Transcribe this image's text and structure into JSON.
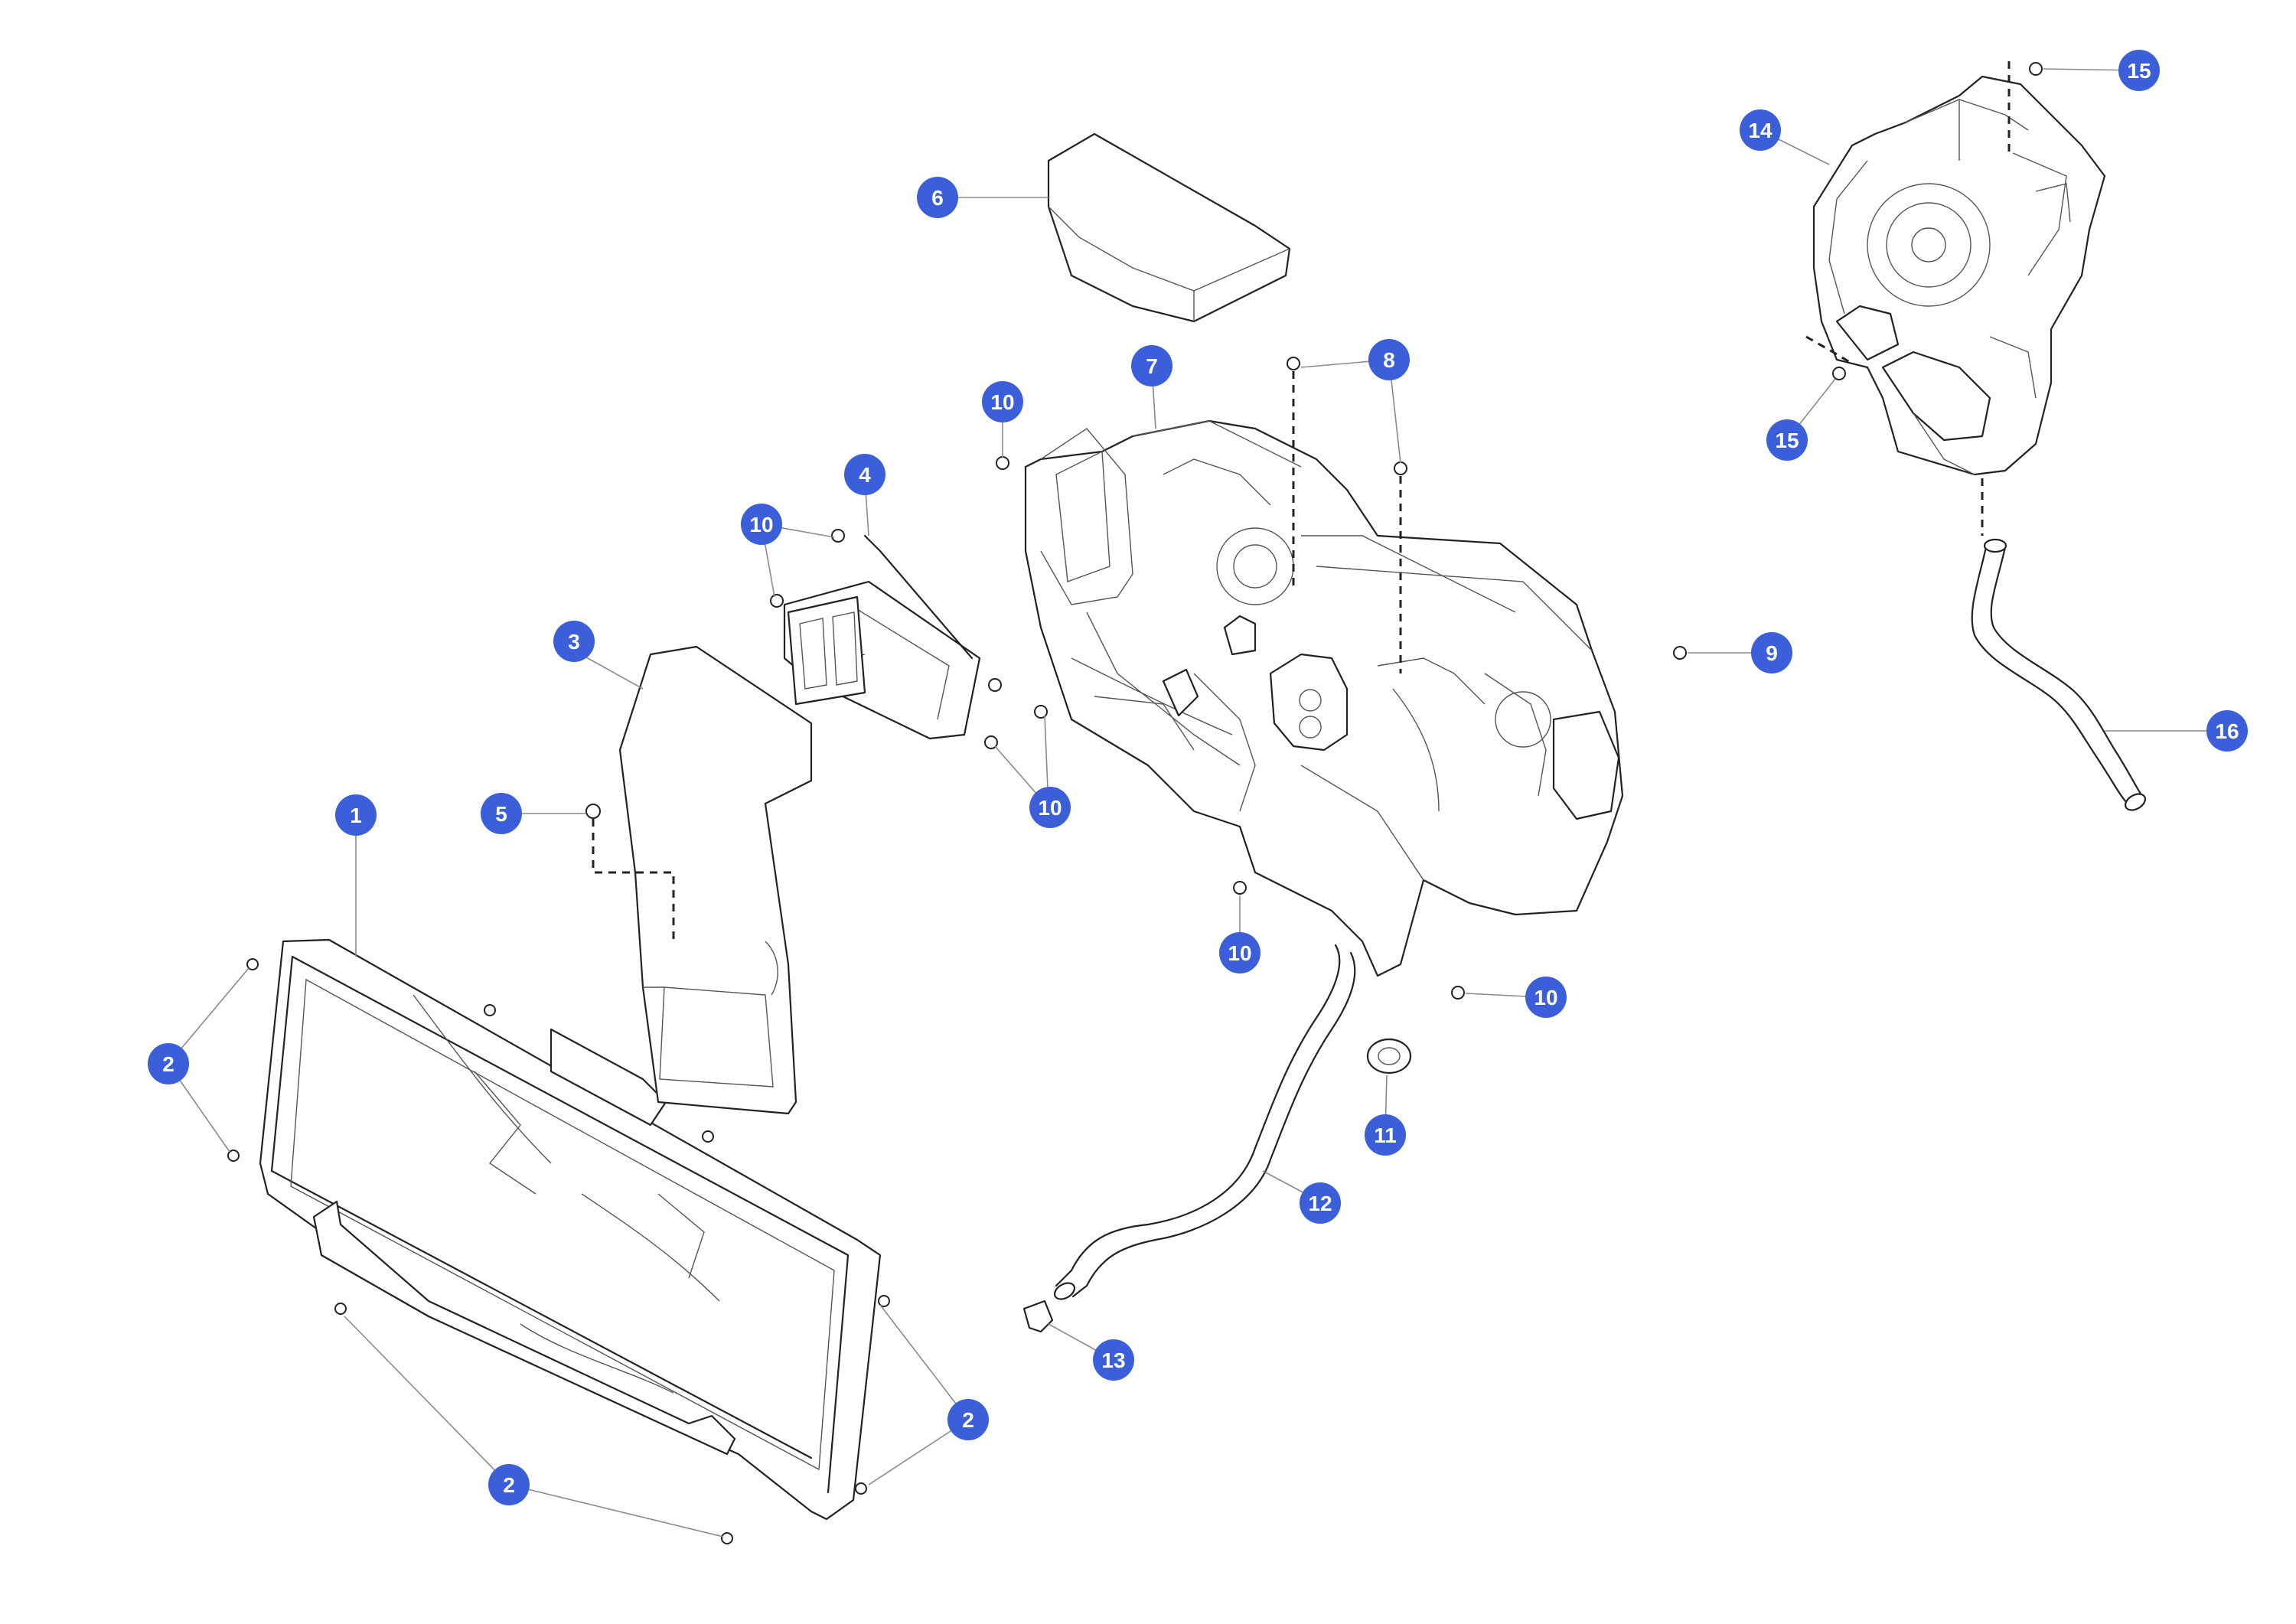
{
  "callouts": [
    {
      "id": "c1",
      "label": "1"
    },
    {
      "id": "c2a",
      "label": "2"
    },
    {
      "id": "c2b",
      "label": "2"
    },
    {
      "id": "c2c",
      "label": "2"
    },
    {
      "id": "c3",
      "label": "3"
    },
    {
      "id": "c4",
      "label": "4"
    },
    {
      "id": "c5",
      "label": "5"
    },
    {
      "id": "c6",
      "label": "6"
    },
    {
      "id": "c7",
      "label": "7"
    },
    {
      "id": "c8",
      "label": "8"
    },
    {
      "id": "c9",
      "label": "9"
    },
    {
      "id": "c10a",
      "label": "10"
    },
    {
      "id": "c10b",
      "label": "10"
    },
    {
      "id": "c10c",
      "label": "10"
    },
    {
      "id": "c10d",
      "label": "10"
    },
    {
      "id": "c10e",
      "label": "10"
    },
    {
      "id": "c11",
      "label": "11"
    },
    {
      "id": "c12",
      "label": "12"
    },
    {
      "id": "c13",
      "label": "13"
    },
    {
      "id": "c14",
      "label": "14"
    },
    {
      "id": "c15a",
      "label": "15"
    },
    {
      "id": "c15b",
      "label": "15"
    },
    {
      "id": "c16",
      "label": "16"
    }
  ],
  "colors": {
    "callout_fill": "#3a5fd9",
    "callout_text": "#ffffff",
    "line": "#222222",
    "leader": "#8a8a8a"
  }
}
